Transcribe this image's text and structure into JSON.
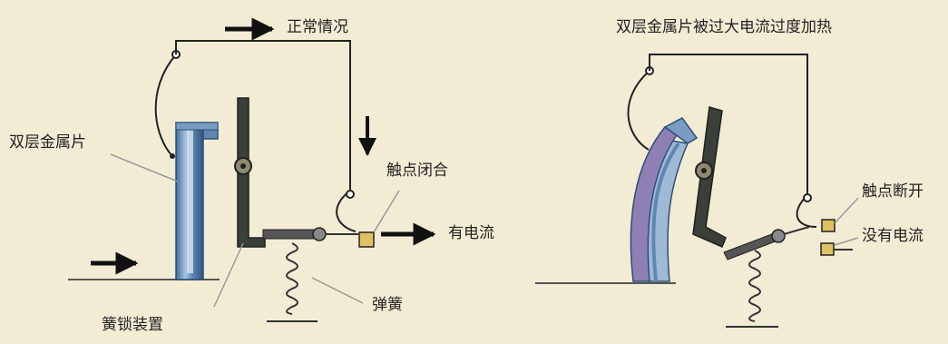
{
  "left": {
    "title": "正常情况",
    "bimetal": "双层金属片",
    "contact": "触点闭合",
    "current": "有电流",
    "latch": "簧锁装置",
    "spring": "弹簧"
  },
  "right": {
    "title": "双层金属片被过大电流过度加热",
    "contact": "触点断开",
    "current": "没有电流"
  },
  "colors": {
    "background": "#f3ecd5",
    "bimetal_blue": "#5f86b3",
    "bimetal_light": "#9fbad6",
    "bimetal_purple": "#8e7fb4",
    "lever": "#3a3f3a",
    "contact": "#e0c060",
    "wire": "#333333"
  }
}
